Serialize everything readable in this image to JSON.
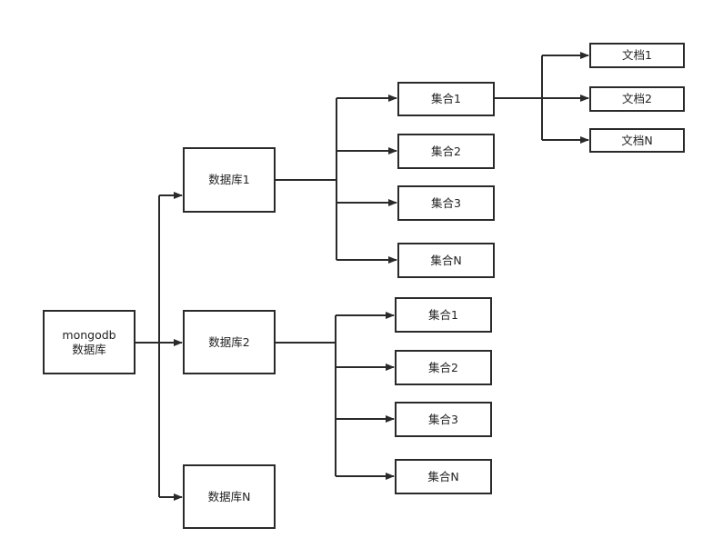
{
  "root": {
    "line1": "mongodb",
    "line2": "数据库"
  },
  "databases": [
    "数据库1",
    "数据库2",
    "数据库N"
  ],
  "db1_collections": [
    "集合1",
    "集合2",
    "集合3",
    "集合N"
  ],
  "db2_collections": [
    "集合1",
    "集合2",
    "集合3",
    "集合N"
  ],
  "documents": [
    "文档1",
    "文档2",
    "文档N"
  ],
  "colors": {
    "stroke": "#2a2a2a",
    "background": "#ffffff"
  }
}
